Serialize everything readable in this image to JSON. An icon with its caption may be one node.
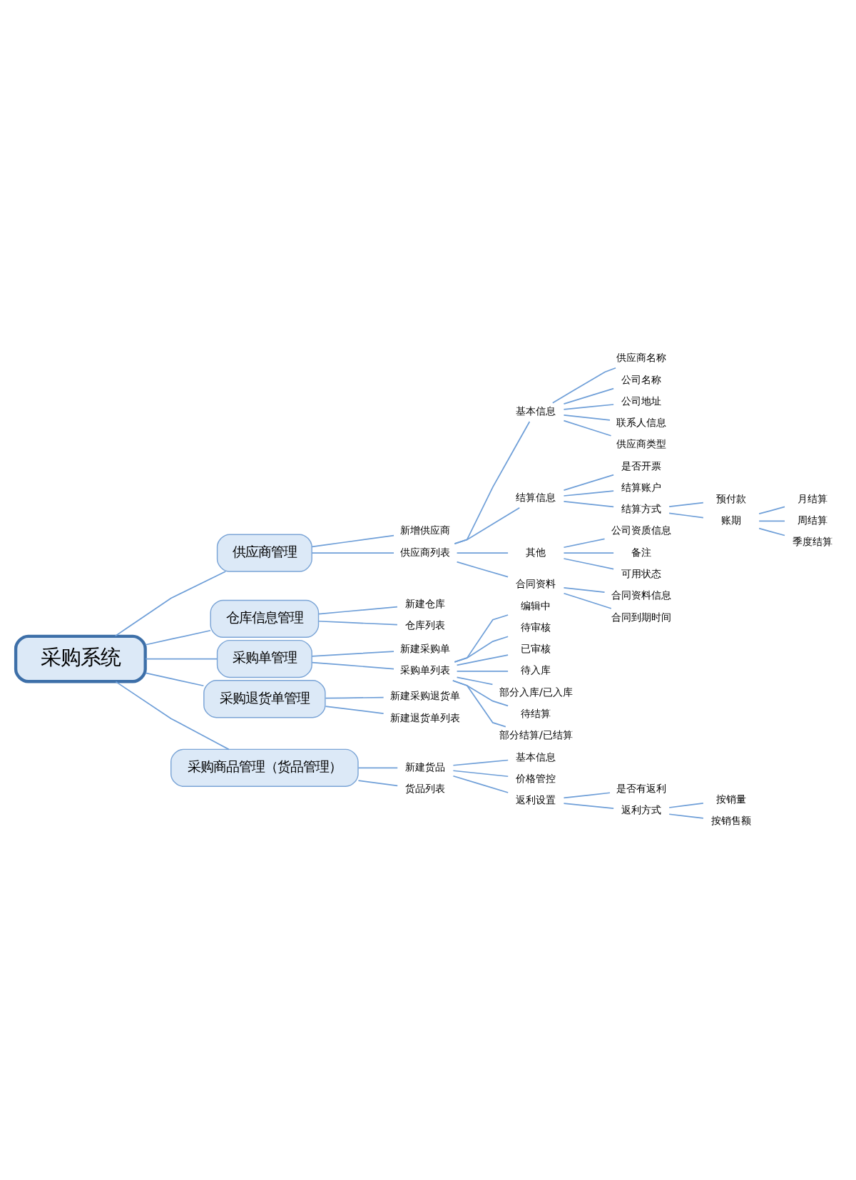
{
  "diagram": {
    "nodes": [
      {
        "text": [
          "采购系统"
        ]
      },
      {
        "text": [
          "供应商管理"
        ]
      },
      {
        "text": [
          "新增供应商"
        ]
      },
      {
        "text": [
          "供应商列表"
        ]
      },
      {
        "text": [
          "基本信息"
        ]
      },
      {
        "text": [
          "供应商名称"
        ]
      },
      {
        "text": [
          "公司名称"
        ]
      },
      {
        "text": [
          "公司地址"
        ]
      },
      {
        "text": [
          "联系人信息"
        ]
      },
      {
        "text": [
          "供应商类型"
        ]
      },
      {
        "text": [
          "结算信息"
        ]
      },
      {
        "text": [
          "是否开票"
        ]
      },
      {
        "text": [
          "结算账户"
        ]
      },
      {
        "text": [
          "结算方式"
        ]
      },
      {
        "text": [
          "预付款"
        ]
      },
      {
        "text": [
          "账期"
        ]
      },
      {
        "text": [
          "月结算"
        ]
      },
      {
        "text": [
          "周结算"
        ]
      },
      {
        "text": [
          "季度结算"
        ]
      },
      {
        "text": [
          "其他"
        ]
      },
      {
        "text": [
          "公司资质信息"
        ]
      },
      {
        "text": [
          "备注"
        ]
      },
      {
        "text": [
          "可用状态"
        ]
      },
      {
        "text": [
          "合同资料"
        ]
      },
      {
        "text": [
          "合同资料信息"
        ]
      },
      {
        "text": [
          "合同到期时间"
        ]
      },
      {
        "text": [
          "仓库信息管理"
        ]
      },
      {
        "text": [
          "新建仓库"
        ]
      },
      {
        "text": [
          "仓库列表"
        ]
      },
      {
        "text": [
          "采购单管理"
        ]
      },
      {
        "text": [
          "新建采购单"
        ]
      },
      {
        "text": [
          "采购单列表"
        ]
      },
      {
        "text": [
          "编辑中"
        ]
      },
      {
        "text": [
          "待审核"
        ]
      },
      {
        "text": [
          "已审核"
        ]
      },
      {
        "text": [
          "待入库"
        ]
      },
      {
        "text": [
          "部分入库/已入库"
        ]
      },
      {
        "text": [
          "待结算"
        ]
      },
      {
        "text": [
          "部分结算/已结算"
        ]
      },
      {
        "text": [
          "采购退货单管理"
        ]
      },
      {
        "text": [
          "新建采购退货单"
        ]
      },
      {
        "text": [
          "新建退货单列表"
        ]
      },
      {
        "text": [
          "采购商品管理（货品管理）"
        ]
      },
      {
        "text": [
          "新建货品"
        ]
      },
      {
        "text": [
          "基本信息"
        ]
      },
      {
        "text": [
          "价格管控"
        ]
      },
      {
        "text": [
          "返利设置"
        ]
      },
      {
        "text": [
          "是否有返利"
        ]
      },
      {
        "text": [
          "返利方式"
        ]
      },
      {
        "text": [
          "按销量"
        ]
      },
      {
        "text": [
          "按销售额"
        ]
      },
      {
        "text": [
          "货品列表"
        ]
      }
    ],
    "edges": [
      {
        "from": 0,
        "to": 1,
        "arrow": "none"
      },
      {
        "from": 1,
        "to": 2,
        "arrow": "none"
      },
      {
        "from": 1,
        "to": 3,
        "arrow": "none"
      },
      {
        "from": 3,
        "to": 4,
        "arrow": "none"
      },
      {
        "from": 4,
        "to": 5,
        "arrow": "none"
      },
      {
        "from": 4,
        "to": 6,
        "arrow": "none"
      },
      {
        "from": 4,
        "to": 7,
        "arrow": "none"
      },
      {
        "from": 4,
        "to": 8,
        "arrow": "none"
      },
      {
        "from": 4,
        "to": 9,
        "arrow": "none"
      },
      {
        "from": 3,
        "to": 10,
        "arrow": "none"
      },
      {
        "from": 10,
        "to": 11,
        "arrow": "none"
      },
      {
        "from": 10,
        "to": 12,
        "arrow": "none"
      },
      {
        "from": 10,
        "to": 13,
        "arrow": "none"
      },
      {
        "from": 13,
        "to": 14,
        "arrow": "none"
      },
      {
        "from": 13,
        "to": 15,
        "arrow": "none"
      },
      {
        "from": 15,
        "to": 16,
        "arrow": "none"
      },
      {
        "from": 15,
        "to": 17,
        "arrow": "none"
      },
      {
        "from": 15,
        "to": 18,
        "arrow": "none"
      },
      {
        "from": 3,
        "to": 19,
        "arrow": "none"
      },
      {
        "from": 19,
        "to": 20,
        "arrow": "none"
      },
      {
        "from": 19,
        "to": 21,
        "arrow": "none"
      },
      {
        "from": 19,
        "to": 22,
        "arrow": "none"
      },
      {
        "from": 3,
        "to": 23,
        "arrow": "none"
      },
      {
        "from": 23,
        "to": 24,
        "arrow": "none"
      },
      {
        "from": 23,
        "to": 25,
        "arrow": "none"
      },
      {
        "from": 0,
        "to": 26,
        "arrow": "none"
      },
      {
        "from": 26,
        "to": 27,
        "arrow": "none"
      },
      {
        "from": 26,
        "to": 28,
        "arrow": "none"
      },
      {
        "from": 0,
        "to": 29,
        "arrow": "none"
      },
      {
        "from": 29,
        "to": 30,
        "arrow": "none"
      },
      {
        "from": 29,
        "to": 31,
        "arrow": "none"
      },
      {
        "from": 31,
        "to": 32,
        "arrow": "none"
      },
      {
        "from": 31,
        "to": 33,
        "arrow": "none"
      },
      {
        "from": 31,
        "to": 34,
        "arrow": "none"
      },
      {
        "from": 31,
        "to": 35,
        "arrow": "none"
      },
      {
        "from": 31,
        "to": 36,
        "arrow": "none"
      },
      {
        "from": 31,
        "to": 37,
        "arrow": "none"
      },
      {
        "from": 31,
        "to": 38,
        "arrow": "none"
      },
      {
        "from": 0,
        "to": 39,
        "arrow": "none"
      },
      {
        "from": 39,
        "to": 40,
        "arrow": "none"
      },
      {
        "from": 39,
        "to": 41,
        "arrow": "none"
      },
      {
        "from": 0,
        "to": 42,
        "arrow": "none"
      },
      {
        "from": 42,
        "to": 43,
        "arrow": "none"
      },
      {
        "from": 43,
        "to": 44,
        "arrow": "none"
      },
      {
        "from": 43,
        "to": 45,
        "arrow": "none"
      },
      {
        "from": 43,
        "to": 46,
        "arrow": "none"
      },
      {
        "from": 46,
        "to": 47,
        "arrow": "none"
      },
      {
        "from": 46,
        "to": 48,
        "arrow": "none"
      },
      {
        "from": 48,
        "to": 49,
        "arrow": "none"
      },
      {
        "from": 48,
        "to": 50,
        "arrow": "none"
      },
      {
        "from": 42,
        "to": 51,
        "arrow": "none"
      }
    ]
  }
}
